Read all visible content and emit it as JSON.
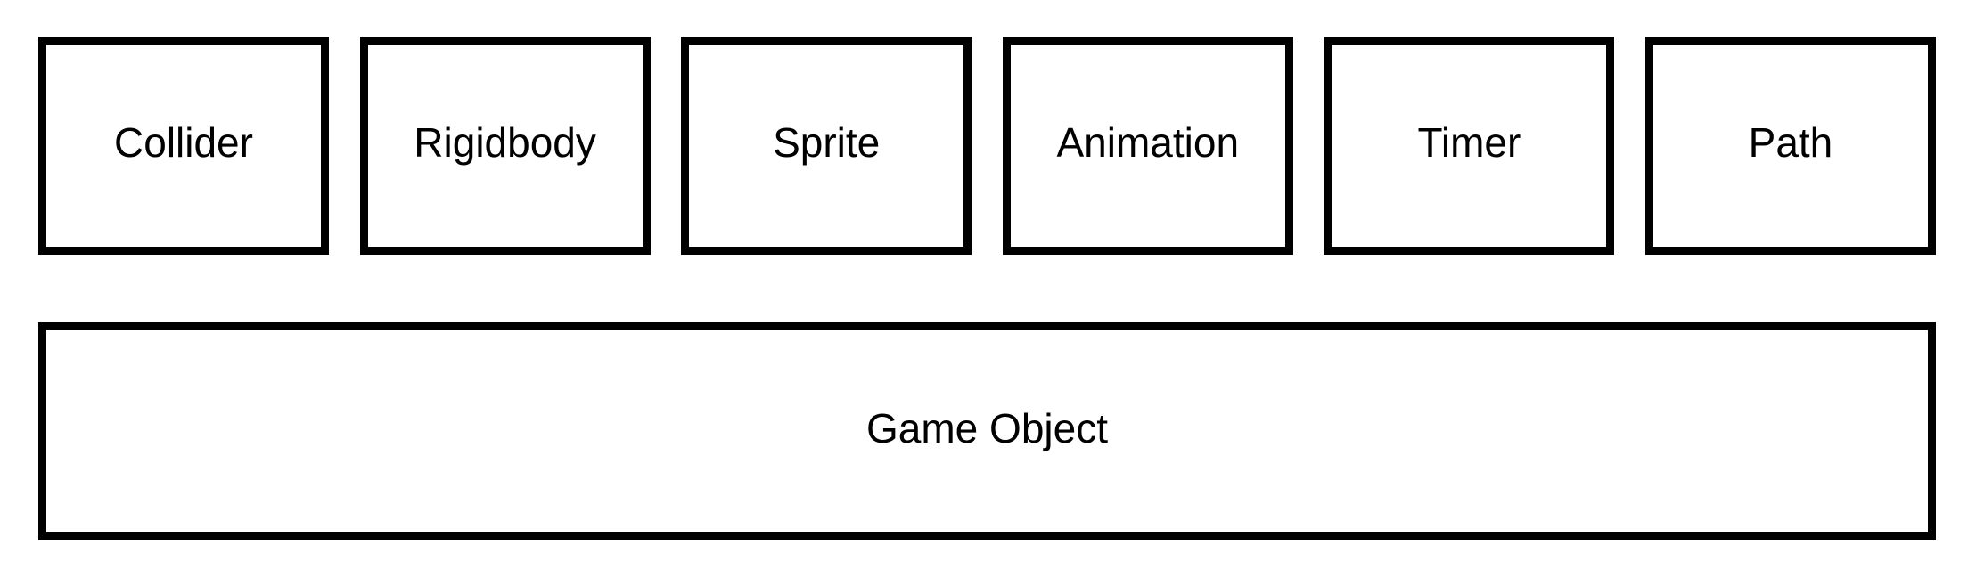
{
  "diagram": {
    "type": "composition-diagram",
    "background_color": "#ffffff",
    "stroke_color": "#000000",
    "components": [
      {
        "label": "Collider"
      },
      {
        "label": "Rigidbody"
      },
      {
        "label": "Sprite"
      },
      {
        "label": "Animation"
      },
      {
        "label": "Timer"
      },
      {
        "label": "Path"
      }
    ],
    "container": {
      "label": "Game Object"
    }
  }
}
